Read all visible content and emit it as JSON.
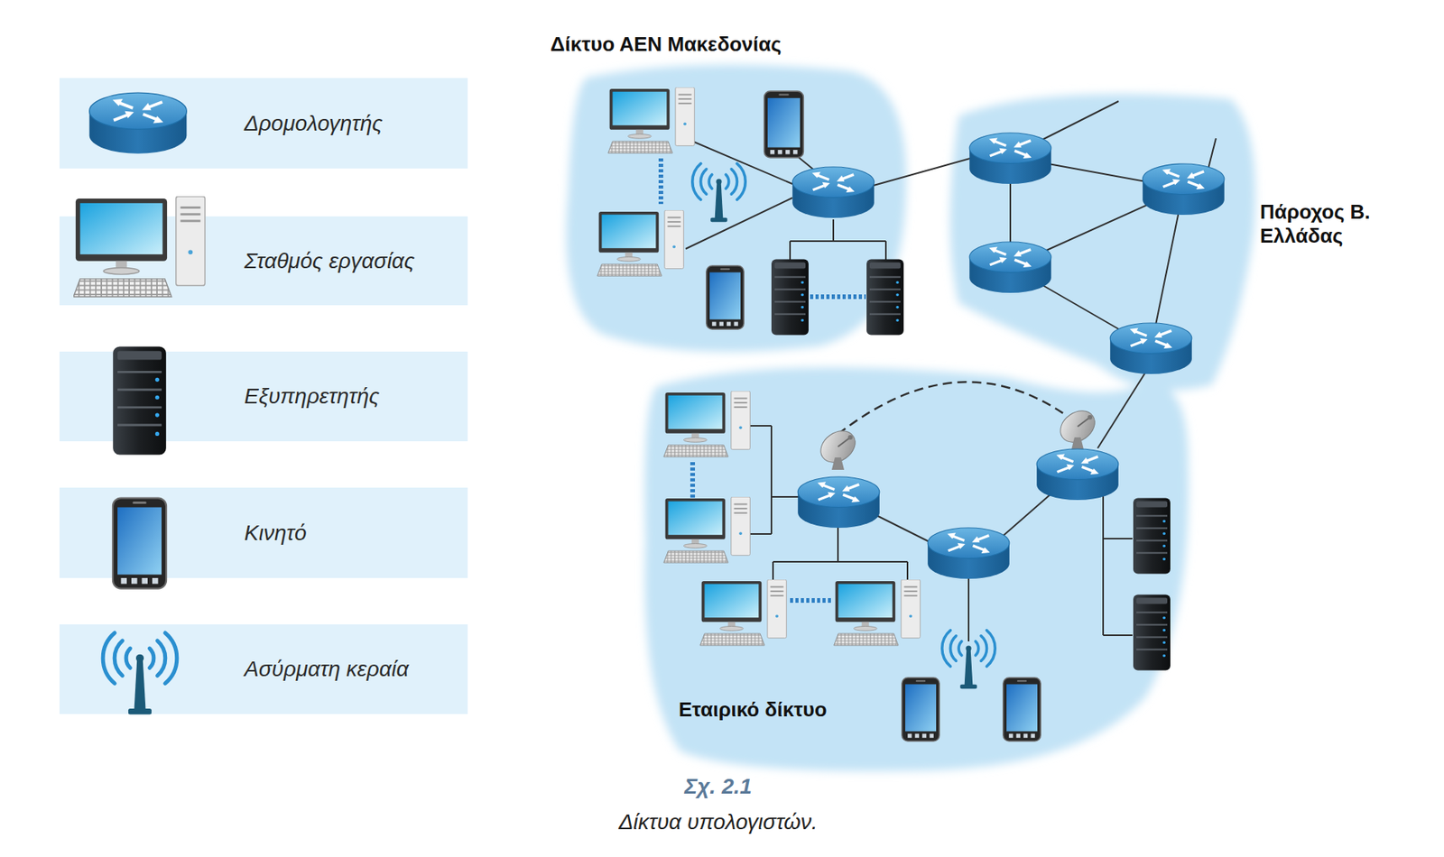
{
  "diagram": {
    "caption": "Δίκτυα υπολογιστών.",
    "nodes": [
      {
        "text": [
          "Δίκτυο ΑΕΝ Μακεδονίας"
        ]
      },
      {
        "text": [
          "Πάροχος Β. Ελλάδας"
        ]
      },
      {
        "text": [
          "Εταιρικό δίκτυο"
        ]
      }
    ],
    "labels": [
      "Σχ. 2.1"
    ],
    "legend": [
      {
        "text": "Δρομολογητής"
      },
      {
        "text": "Σταθμός εργασίας"
      },
      {
        "text": "Εξυπηρετητής"
      },
      {
        "text": "Κινητό"
      },
      {
        "text": "Ασύρματη κεραία"
      }
    ]
  }
}
